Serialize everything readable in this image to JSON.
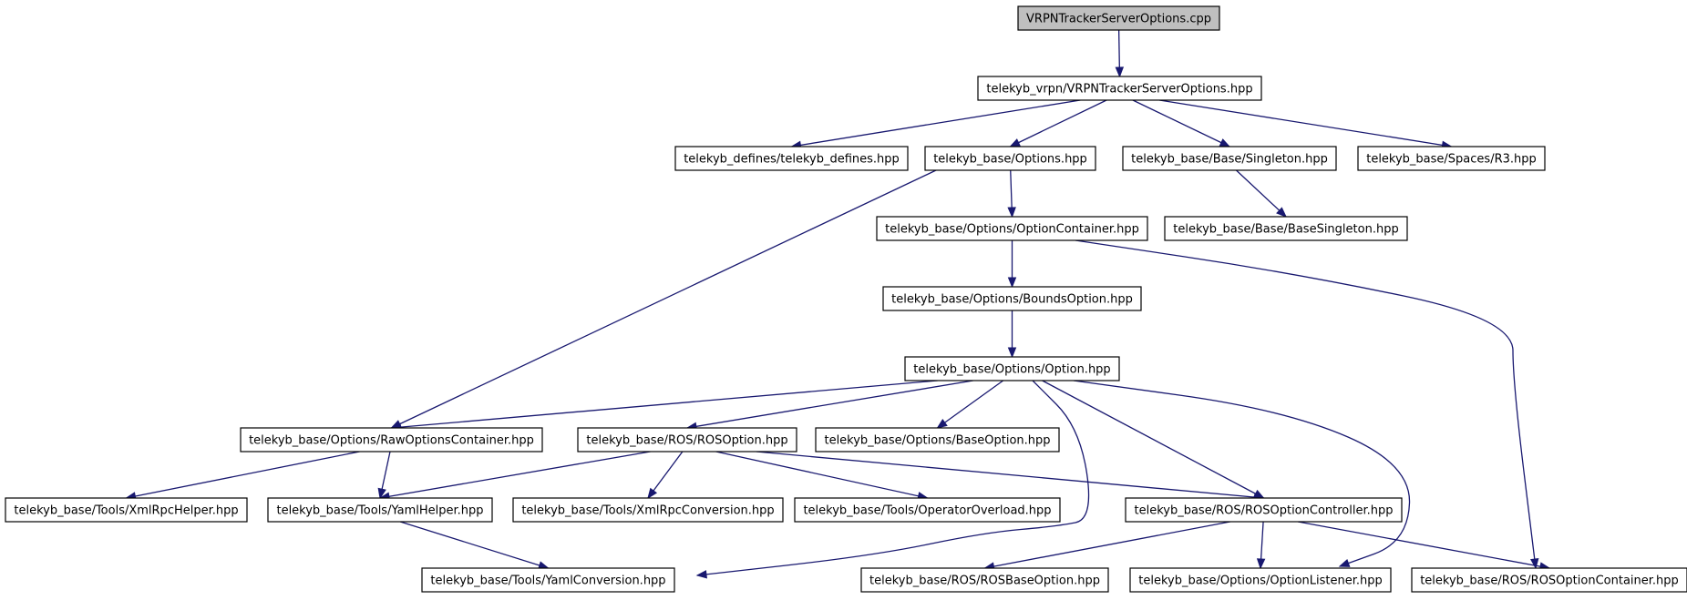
{
  "graph": {
    "colors": {
      "root_fill": "#bfbfbf",
      "node_fill": "#ffffff",
      "edge": "#191970"
    },
    "nodes": [
      {
        "id": "root",
        "label": "VRPNTrackerServerOptions.cpp",
        "root": true
      },
      {
        "id": "vrpn_hpp",
        "label": "telekyb_vrpn/VRPNTrackerServerOptions.hpp"
      },
      {
        "id": "defines",
        "label": "telekyb_defines/telekyb_defines.hpp"
      },
      {
        "id": "options_hpp",
        "label": "telekyb_base/Options.hpp"
      },
      {
        "id": "singleton",
        "label": "telekyb_base/Base/Singleton.hpp"
      },
      {
        "id": "r3",
        "label": "telekyb_base/Spaces/R3.hpp"
      },
      {
        "id": "optcontainer",
        "label": "telekyb_base/Options/OptionContainer.hpp"
      },
      {
        "id": "basesingleton",
        "label": "telekyb_base/Base/BaseSingleton.hpp"
      },
      {
        "id": "boundsoption",
        "label": "telekyb_base/Options/BoundsOption.hpp"
      },
      {
        "id": "option",
        "label": "telekyb_base/Options/Option.hpp"
      },
      {
        "id": "rawoptcontainer",
        "label": "telekyb_base/Options/RawOptionsContainer.hpp"
      },
      {
        "id": "rosoption",
        "label": "telekyb_base/ROS/ROSOption.hpp"
      },
      {
        "id": "baseoption",
        "label": "telekyb_base/Options/BaseOption.hpp"
      },
      {
        "id": "xmlrpchelper",
        "label": "telekyb_base/Tools/XmlRpcHelper.hpp"
      },
      {
        "id": "yamlhelper",
        "label": "telekyb_base/Tools/YamlHelper.hpp"
      },
      {
        "id": "xmlrpcconv",
        "label": "telekyb_base/Tools/XmlRpcConversion.hpp"
      },
      {
        "id": "opoverload",
        "label": "telekyb_base/Tools/OperatorOverload.hpp"
      },
      {
        "id": "rosoptctrl",
        "label": "telekyb_base/ROS/ROSOptionController.hpp"
      },
      {
        "id": "yamlconv",
        "label": "telekyb_base/Tools/YamlConversion.hpp"
      },
      {
        "id": "rosbaseoption",
        "label": "telekyb_base/ROS/ROSBaseOption.hpp"
      },
      {
        "id": "optlistener",
        "label": "telekyb_base/Options/OptionListener.hpp"
      },
      {
        "id": "rosoptcontainer",
        "label": "telekyb_base/ROS/ROSOptionContainer.hpp"
      }
    ],
    "edges": [
      {
        "from": "root",
        "to": "vrpn_hpp"
      },
      {
        "from": "vrpn_hpp",
        "to": "defines"
      },
      {
        "from": "vrpn_hpp",
        "to": "options_hpp"
      },
      {
        "from": "vrpn_hpp",
        "to": "singleton"
      },
      {
        "from": "vrpn_hpp",
        "to": "r3"
      },
      {
        "from": "options_hpp",
        "to": "optcontainer"
      },
      {
        "from": "options_hpp",
        "to": "rawoptcontainer"
      },
      {
        "from": "singleton",
        "to": "basesingleton"
      },
      {
        "from": "optcontainer",
        "to": "boundsoption"
      },
      {
        "from": "optcontainer",
        "to": "rosoptcontainer"
      },
      {
        "from": "boundsoption",
        "to": "option"
      },
      {
        "from": "option",
        "to": "rawoptcontainer"
      },
      {
        "from": "option",
        "to": "rosoption"
      },
      {
        "from": "option",
        "to": "baseoption"
      },
      {
        "from": "option",
        "to": "yamlconv"
      },
      {
        "from": "option",
        "to": "rosoptctrl"
      },
      {
        "from": "option",
        "to": "optlistener"
      },
      {
        "from": "rawoptcontainer",
        "to": "xmlrpchelper"
      },
      {
        "from": "rawoptcontainer",
        "to": "yamlhelper"
      },
      {
        "from": "rosoption",
        "to": "yamlhelper"
      },
      {
        "from": "rosoption",
        "to": "xmlrpcconv"
      },
      {
        "from": "rosoption",
        "to": "opoverload"
      },
      {
        "from": "rosoption",
        "to": "rosoptctrl"
      },
      {
        "from": "yamlhelper",
        "to": "yamlconv"
      },
      {
        "from": "rosoptctrl",
        "to": "rosbaseoption"
      },
      {
        "from": "rosoptctrl",
        "to": "optlistener"
      },
      {
        "from": "rosoptctrl",
        "to": "rosoptcontainer"
      }
    ]
  }
}
